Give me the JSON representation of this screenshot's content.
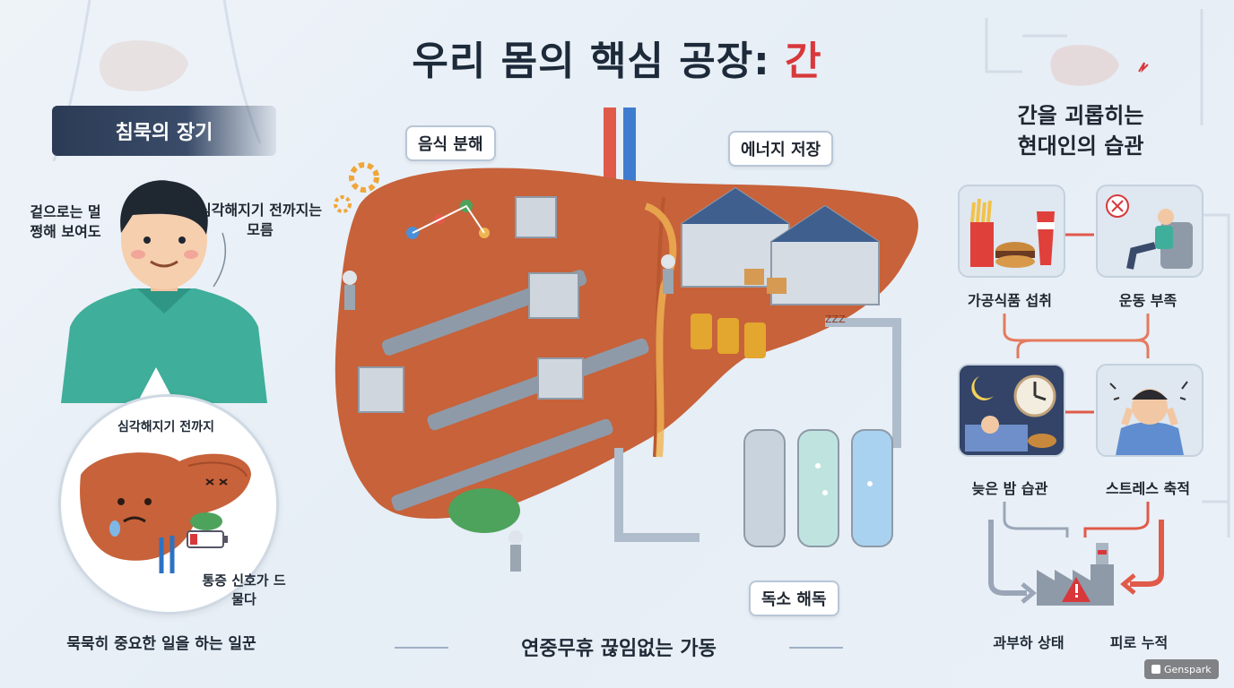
{
  "title": {
    "main": "우리 몸의 핵심 공장:",
    "accent": "간"
  },
  "left": {
    "banner": "침묵의 장기",
    "note_outside": "겉으로는 멀쩡해 보여도",
    "note_unaware": "심각해지기 전까지는 모름",
    "bubble_title": "심각해지기 전까지",
    "bubble_note": "통증 신호가 드물다",
    "caption": "묵묵히 중요한 일을 하는 일꾼"
  },
  "center": {
    "tag_digest": "음식 분해",
    "tag_energy": "에너지 저장",
    "tag_detox": "독소 해독",
    "caption": "연중무휴 끊임없는 가동",
    "liver_mark": "ZZZ"
  },
  "right": {
    "title_line1": "간을 괴롭히는",
    "title_line2": "현대인의 습관",
    "habits": [
      {
        "label": "가공식품 섭취",
        "icon": "fast-food-icon"
      },
      {
        "label": "운동 부족",
        "icon": "sedentary-person-icon"
      },
      {
        "label": "늦은 밤 습관",
        "icon": "late-night-icon"
      },
      {
        "label": "스트레스 축적",
        "icon": "stress-icon"
      }
    ],
    "outcome_1": "과부하 상태",
    "outcome_2": "피로 누적"
  },
  "watermark": "Genspark",
  "colors": {
    "accent_red": "#d8383b",
    "liver": "#c7623a",
    "navy": "#2c3b55",
    "pipe": "#aebccb"
  }
}
